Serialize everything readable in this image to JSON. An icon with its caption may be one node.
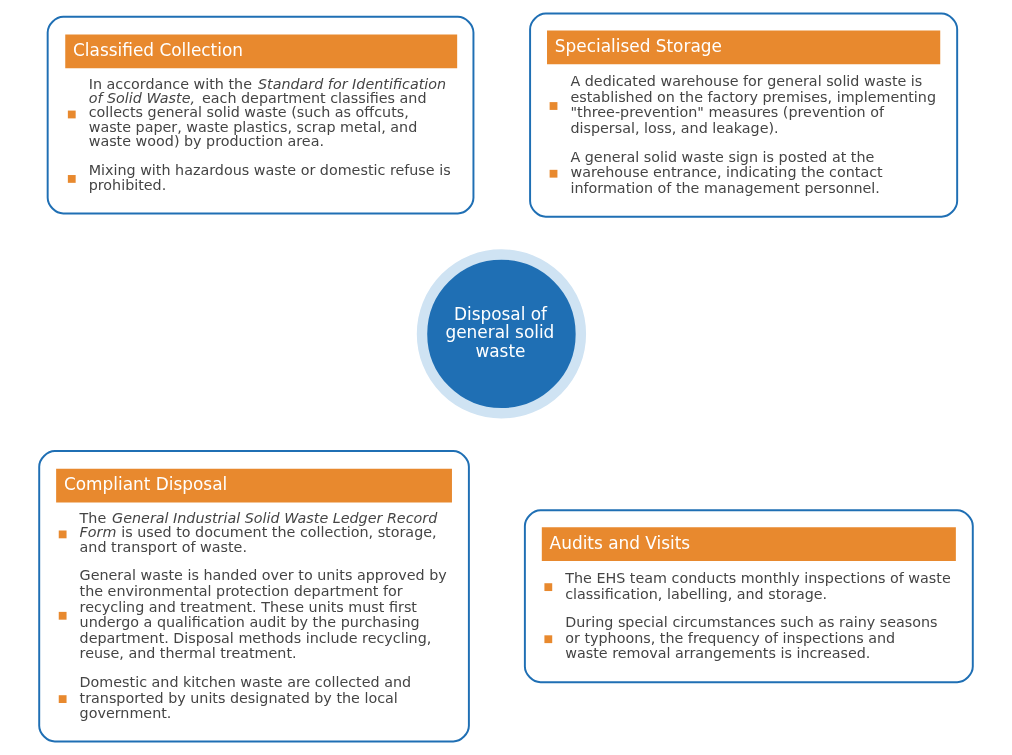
{
  "diagram": {
    "nodes": [
      {
        "text": [
          "Disposal of general solid waste"
        ]
      },
      {
        "text": [
          "Classified Collection",
          "In accordance with the *Standard for Identification of Solid Waste*, each department classifies and collects general solid waste (such as offcuts, waste paper, waste plastics, scrap metal, and waste wood) by production area.",
          "Mixing with hazardous waste or domestic refuse is prohibited."
        ]
      },
      {
        "text": [
          "Specialised Storage",
          "A dedicated warehouse for general solid waste is established on the factory premises, implementing \"three-prevention\" measures (prevention of dispersal, loss, and leakage).",
          "A general solid waste sign is posted at the warehouse entrance, indicating the contact information of the management personnel."
        ]
      },
      {
        "text": [
          "Compliant Disposal",
          "The *General Industrial Solid Waste Ledger Record Form* is used to document the collection, storage, and transport of waste.",
          "General waste is handed over to units approved by the environmental protection department for recycling and treatment. These units must first undergo a qualification audit by the purchasing department. Disposal methods include recycling, reuse, and thermal treatment.",
          "Domestic and kitchen waste are collected and transported by units designated by the local government."
        ]
      },
      {
        "text": [
          "Audits and Visits",
          "The EHS team conducts monthly inspections of waste classification, labelling, and storage.",
          "During special circumstances such as rainy seasons or typhoons, the frequency of inspections and waste removal arrangements is increased."
        ]
      }
    ]
  }
}
